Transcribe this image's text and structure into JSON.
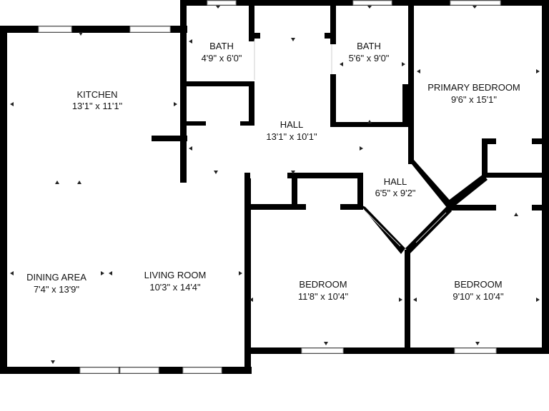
{
  "rooms": [
    {
      "id": "kitchen",
      "name": "KITCHEN",
      "dims": "13'1\" x 11'1\""
    },
    {
      "id": "bath-1",
      "name": "BATH",
      "dims": "4'9\" x 6'0\""
    },
    {
      "id": "bath-2",
      "name": "BATH",
      "dims": "5'6\" x 9'0\""
    },
    {
      "id": "primary-bedroom",
      "name": "PRIMARY BEDROOM",
      "dims": "9'6\" x 15'1\""
    },
    {
      "id": "hall-1",
      "name": "HALL",
      "dims": "13'1\" x 10'1\""
    },
    {
      "id": "hall-2",
      "name": "HALL",
      "dims": "6'5\" x 9'2\""
    },
    {
      "id": "dining-area",
      "name": "DINING AREA",
      "dims": "7'4\" x 13'9\""
    },
    {
      "id": "living-room",
      "name": "LIVING ROOM",
      "dims": "10'3\" x 14'4\""
    },
    {
      "id": "bedroom-1",
      "name": "BEDROOM",
      "dims": "11'8\" x 10'4\""
    },
    {
      "id": "bedroom-2",
      "name": "BEDROOM",
      "dims": "9'10\" x 10'4\""
    }
  ]
}
